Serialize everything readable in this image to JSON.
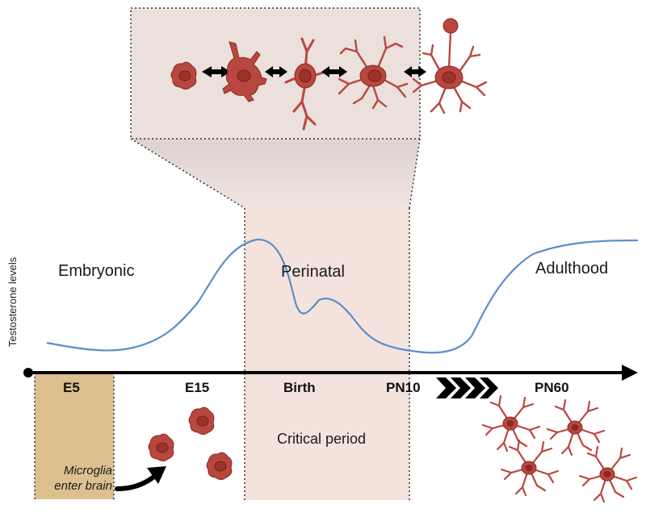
{
  "colors": {
    "panel_fill": "#ebe0dc",
    "critical_fill": "#f3e3dc",
    "e5_fill": "#dcc090",
    "cell": "#b8473f",
    "cell_dark": "#8a2a24",
    "curve": "#5b8ec9",
    "axis": "#000000"
  },
  "y_axis_label": "Testosterone levels",
  "periods": {
    "embryonic": "Embryonic",
    "perinatal": "Perinatal",
    "adulthood": "Adulthood"
  },
  "ticks": {
    "e5": "E5",
    "e15": "E15",
    "birth": "Birth",
    "pn10": "PN10",
    "pn60": "PN60"
  },
  "critical_period_label": "Critical period",
  "microglia_label": [
    "Microglia",
    "enter brain"
  ],
  "icons": {
    "transition": "double-headed-arrow-icon",
    "entry": "curved-arrow-icon",
    "fast_forward": "chevron-arrows-icon"
  }
}
